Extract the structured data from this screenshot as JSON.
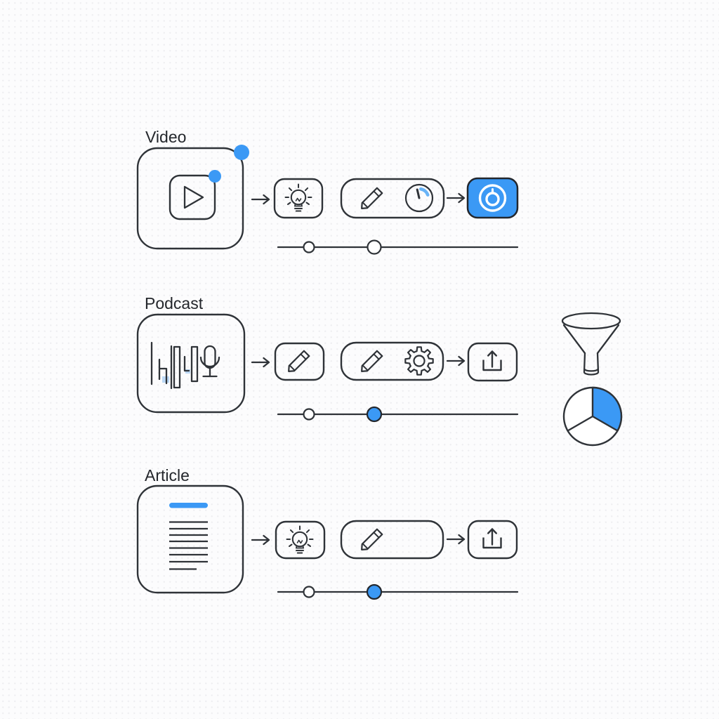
{
  "title": "content-workflow-diagram",
  "colors": {
    "ink": "#2f3338",
    "accent_blue": "#3b99f5",
    "gauge_arc_blue": "#69b4f7",
    "pale_blue": "#bcd9f6",
    "background": "#fcfcfd"
  },
  "rows": [
    {
      "label": "Video",
      "source_icon": "play-video-thumbnail",
      "badges": [
        "notification-dot-outer",
        "notification-dot-inner"
      ],
      "pipeline": [
        {
          "step": "idea",
          "icons": [
            "lightbulb-icon"
          ]
        },
        {
          "step": "edit",
          "icons": [
            "pencil-icon",
            "gauge-icon"
          ]
        },
        {
          "step": "publish",
          "icons": [
            "record-icon"
          ],
          "highlighted": true
        }
      ],
      "slider": {
        "thumbs": [
          {
            "filled": false
          },
          {
            "filled": false
          }
        ]
      }
    },
    {
      "label": "Podcast",
      "source_icon": "audio-waveform-microphone",
      "pipeline": [
        {
          "step": "draft",
          "icons": [
            "pencil-icon"
          ]
        },
        {
          "step": "edit",
          "icons": [
            "pencil-icon",
            "gear-icon"
          ]
        },
        {
          "step": "publish",
          "icons": [
            "upload-icon"
          ],
          "highlighted": false
        }
      ],
      "slider": {
        "thumbs": [
          {
            "filled": false
          },
          {
            "filled": true
          }
        ]
      }
    },
    {
      "label": "Article",
      "source_icon": "document-text-lines",
      "pipeline": [
        {
          "step": "idea",
          "icons": [
            "lightbulb-icon"
          ]
        },
        {
          "step": "edit",
          "icons": [
            "pencil-icon"
          ]
        },
        {
          "step": "publish",
          "icons": [
            "upload-icon"
          ],
          "highlighted": false
        }
      ],
      "slider": {
        "thumbs": [
          {
            "filled": false
          },
          {
            "filled": true
          }
        ]
      }
    }
  ],
  "side_panel": {
    "icons": [
      "funnel-icon",
      "pie-chart-icon"
    ],
    "pie_highlighted_fraction": "one-third"
  }
}
